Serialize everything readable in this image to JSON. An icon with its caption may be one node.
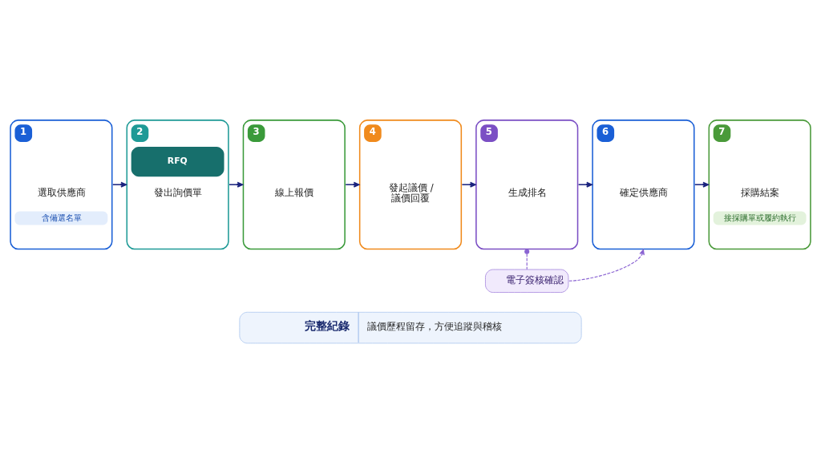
{
  "diagram": {
    "nodes": [
      {
        "text": [
          "1",
          "選取供應商",
          "含備選名單"
        ]
      },
      {
        "text": [
          "2",
          "RFQ",
          "發出詢價單"
        ]
      },
      {
        "text": [
          "3",
          "線上報價"
        ]
      },
      {
        "text": [
          "4",
          "發起議價 / 議價回覆"
        ]
      },
      {
        "text": [
          "5",
          "生成排名"
        ]
      },
      {
        "text": [
          "6",
          "確定供應商"
        ]
      },
      {
        "text": [
          "7",
          "採購結案",
          "接採購單或履約執行"
        ]
      },
      {
        "text": [
          "電子簽核確認"
        ]
      },
      {
        "text": [
          "完整紀錄",
          "議價歷程留存，方便追蹤與稽核"
        ]
      }
    ],
    "edges": [
      {
        "from": 0,
        "to": 1,
        "arrow": "to"
      },
      {
        "from": 1,
        "to": 2,
        "arrow": "to"
      },
      {
        "from": 2,
        "to": 3,
        "arrow": "to"
      },
      {
        "from": 3,
        "to": 4,
        "arrow": "to"
      },
      {
        "from": 4,
        "to": 5,
        "arrow": "to"
      },
      {
        "from": 5,
        "to": 6,
        "arrow": "to"
      },
      {
        "from": 4,
        "to": 7,
        "arrow": "other",
        "style": "dashed",
        "color": "#8a63d2"
      },
      {
        "from": 7,
        "to": 5,
        "arrow": "to",
        "style": "dashed",
        "color": "#8a63d2"
      }
    ]
  }
}
